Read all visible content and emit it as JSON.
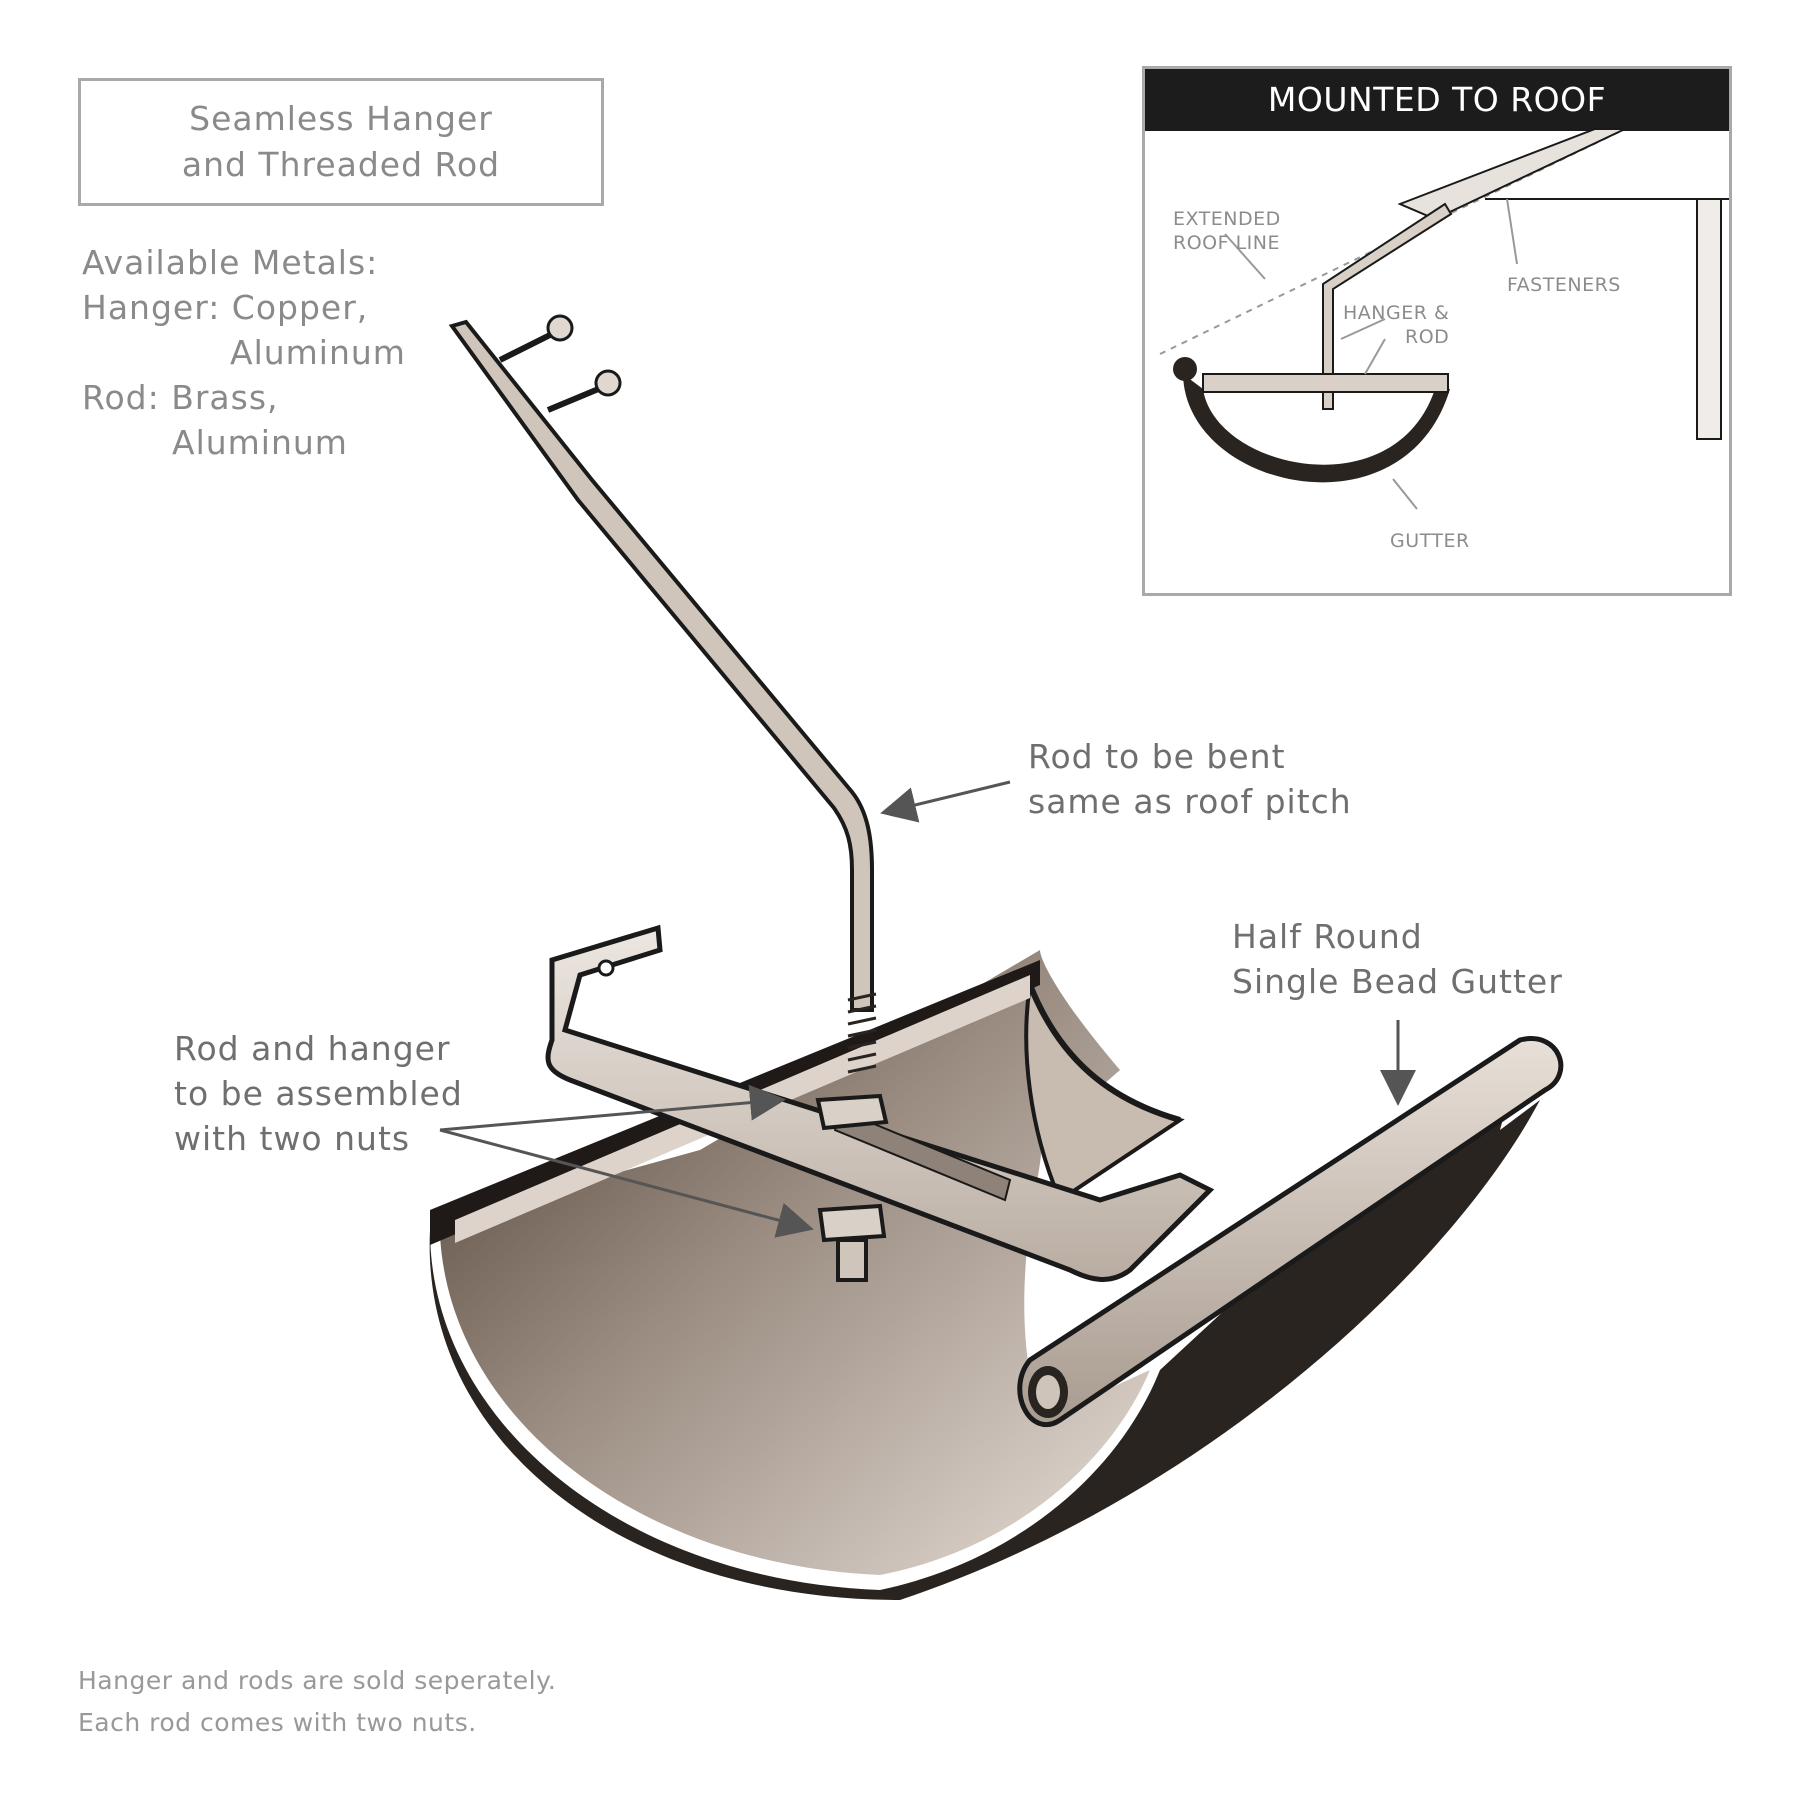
{
  "title": {
    "line1": "Seamless Hanger",
    "line2": "and Threaded Rod"
  },
  "metals": {
    "heading": "Available Metals:",
    "hanger_label": "Hanger: Copper,",
    "hanger_extra": "Aluminum",
    "rod_label": "Rod: Brass,",
    "rod_extra": "Aluminum"
  },
  "callouts": {
    "rod_bent_line1": "Rod to be bent",
    "rod_bent_line2": "same as roof pitch",
    "gutter_line1": "Half Round",
    "gutter_line2": "Single Bead Gutter",
    "assembly_line1": "Rod and hanger",
    "assembly_line2": "to be assembled",
    "assembly_line3": "with two nuts"
  },
  "inset": {
    "header": "MOUNTED TO ROOF",
    "roof_line_1": "EXTENDED",
    "roof_line_2": "ROOF LINE",
    "hanger_rod_1": "HANGER &",
    "hanger_rod_2": "ROD",
    "fasteners": "FASTENERS",
    "gutter": "GUTTER"
  },
  "footnote": {
    "line1": "Hanger and rods are sold seperately.",
    "line2": "Each rod comes with two nuts."
  },
  "colors": {
    "gutter_dark": "#4a3b30",
    "gutter_light": "#d6ccc3",
    "hanger_metal": "#cfc5bb",
    "outline": "#1a1a1a",
    "label_gray": "#777777"
  }
}
